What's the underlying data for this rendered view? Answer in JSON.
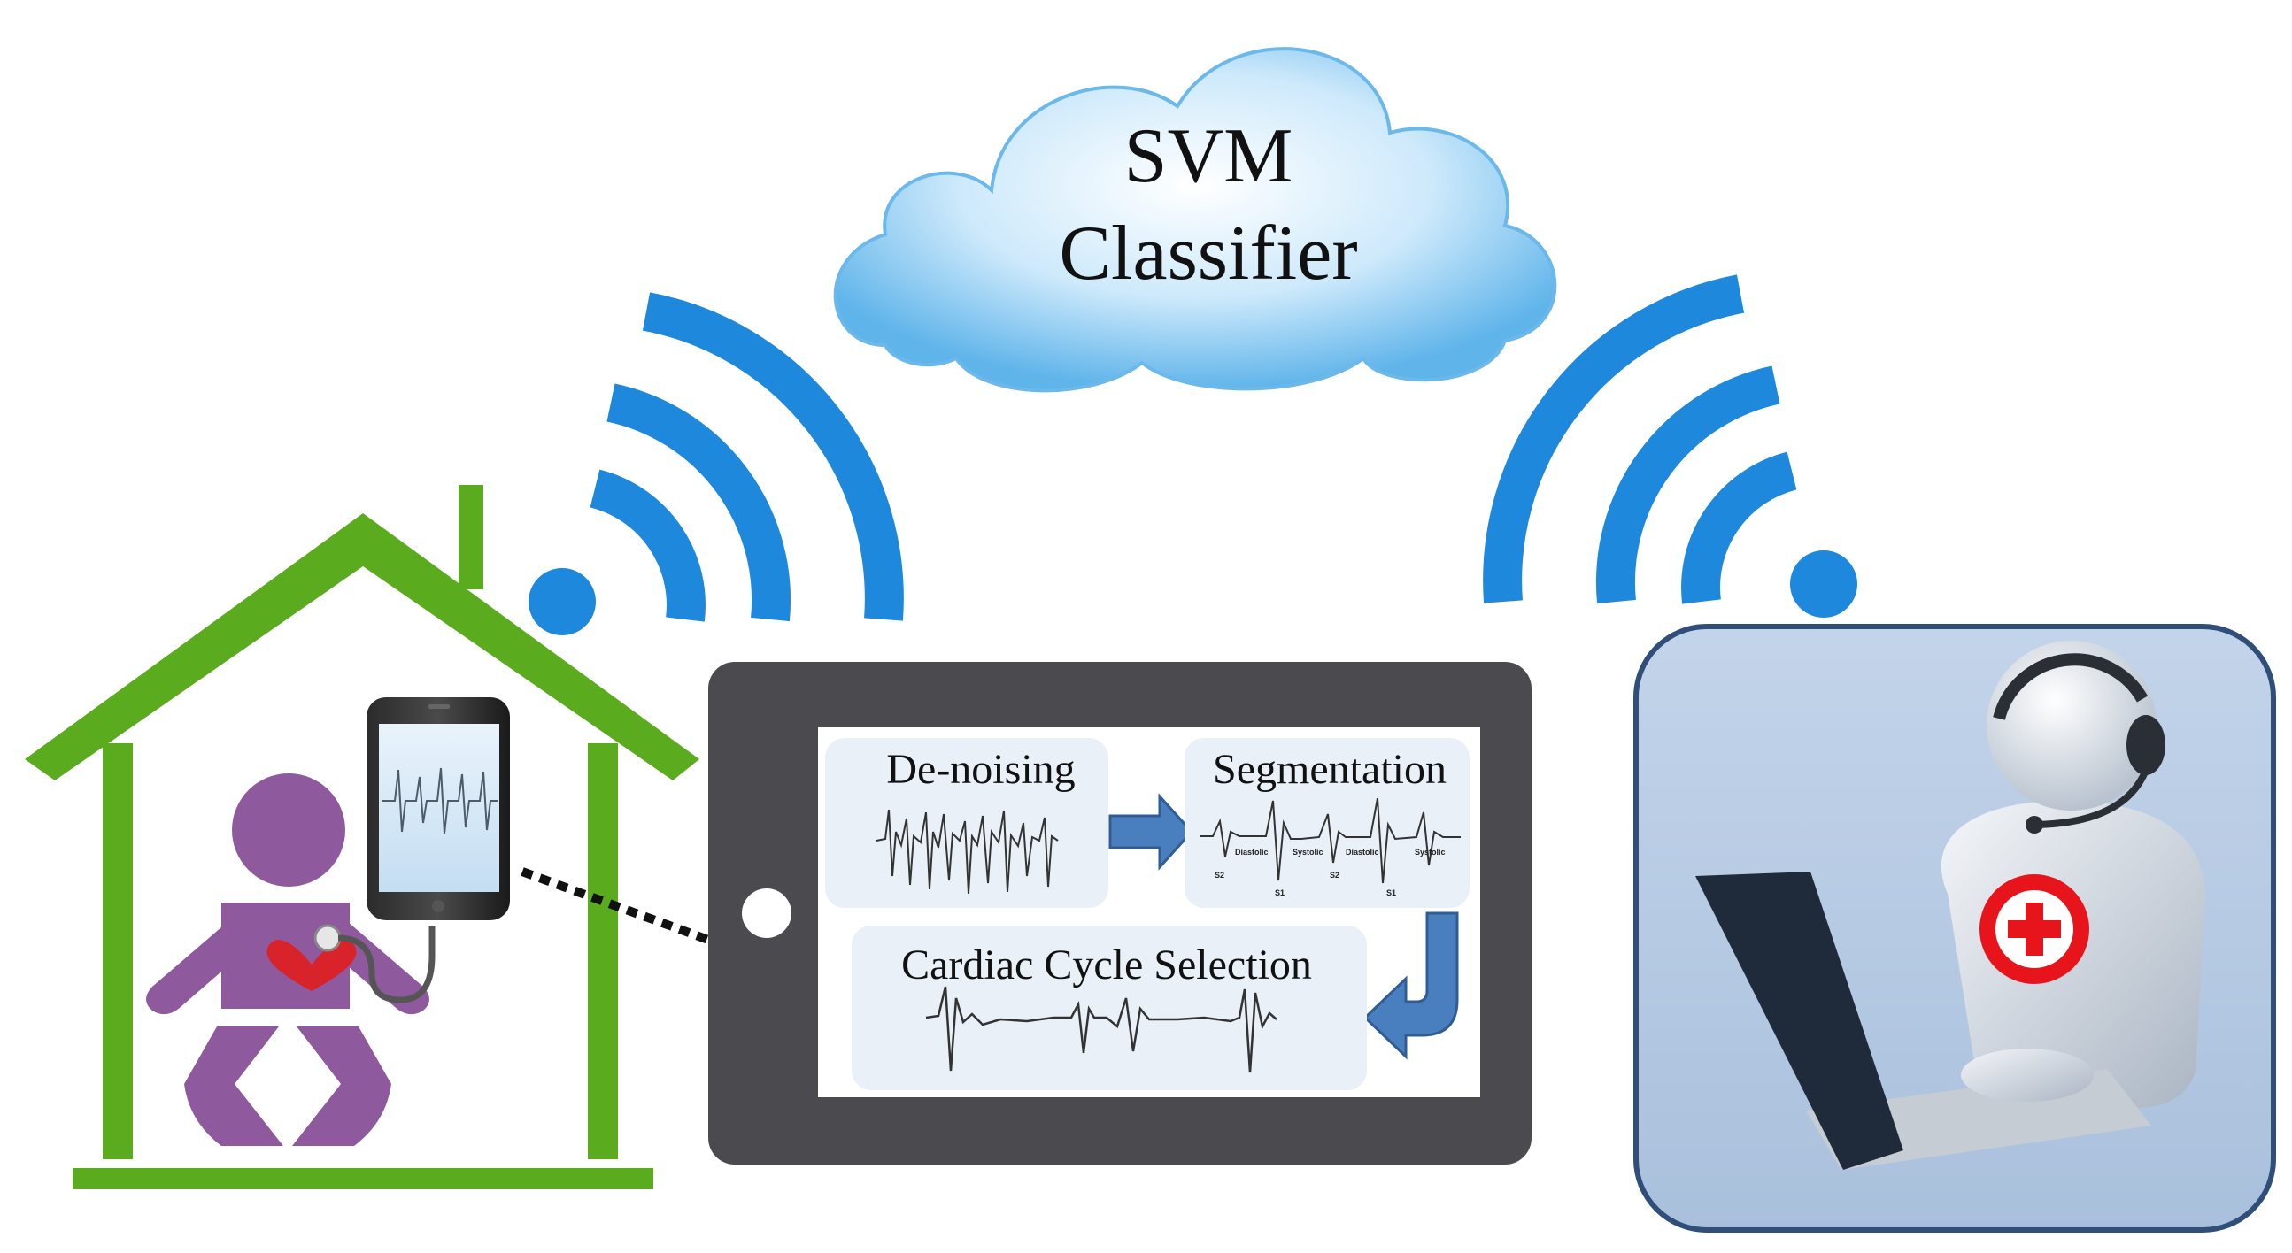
{
  "cloud": {
    "line1": "SVM",
    "line2": "Classifier"
  },
  "steps": {
    "denoising": "De-noising",
    "segmentation": "Segmentation",
    "cardiac_cycle_selection": "Cardiac Cycle Selection"
  },
  "segmentation_wave_labels": {
    "upper": [
      "Diastolic",
      "Systolic",
      "Diastolic",
      "Systolic"
    ],
    "lower": [
      "S2",
      "S1",
      "S2",
      "S1"
    ]
  },
  "colors": {
    "house_green": "#5aab1e",
    "wifi_blue": "#1e88dc",
    "baby_purple": "#8f5a9d",
    "tablet_frame": "#4a4a4f",
    "cloud_blue": "#7ec4ee",
    "doctor_panel": "#b6cbe4",
    "cross_red": "#e8141c",
    "arrow_blue": "#4a7fbf"
  },
  "icons": {
    "home": "house-icon",
    "patient": "baby-icon",
    "phone": "smartphone-icon",
    "connection": "wifi-icon",
    "cloud": "cloud-icon",
    "tablet": "tablet-icon",
    "doctor": "doctor-with-laptop-icon"
  }
}
